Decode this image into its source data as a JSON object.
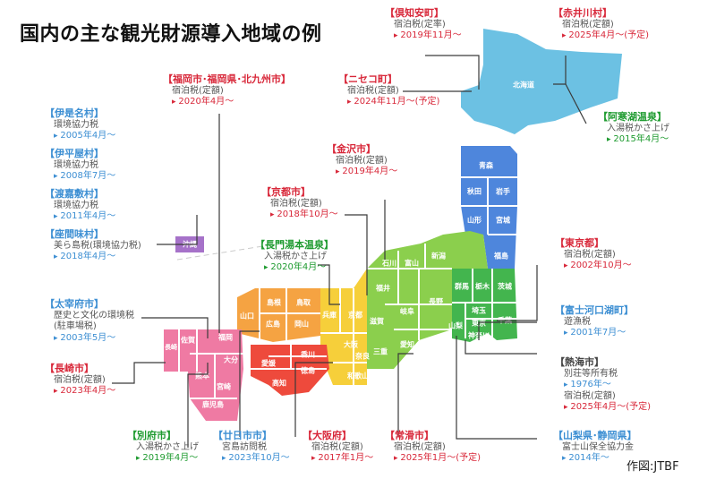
{
  "title": "国内の主な観光財源導入地域の例",
  "credit": "作図:JTBF",
  "colors": {
    "hokkaido": "#6cc1e3",
    "tohoku": "#4e86dc",
    "kanto": "#43b54e",
    "chubu": "#8bcf4d",
    "kinki": "#f6cf3a",
    "chugoku": "#f5a342",
    "shikoku": "#ee4a3c",
    "kyushu": "#ef7aa3",
    "okinawa": "#a672c9",
    "red_text": "#d8283a",
    "blue_text": "#3d8fd3",
    "green_text": "#1f9b30"
  },
  "prefectures": {
    "hokkaido": "北海道",
    "aomori": "青森",
    "akita": "秋田",
    "iwate": "岩手",
    "yamagata": "山形",
    "miyagi": "宮城",
    "fukushima": "福島",
    "niigata": "新潟",
    "ishikawa": "石川",
    "toyama": "富山",
    "fukui": "福井",
    "gifu": "岐阜",
    "nagano": "長野",
    "gunma": "群馬",
    "tochigi": "栃木",
    "ibaraki": "茨城",
    "saitama": "埼玉",
    "tokyo": "東京",
    "chiba": "千葉",
    "yamanashi": "山梨",
    "kanagawa": "神奈川",
    "shizuoka": "静岡",
    "aichi": "愛知",
    "mie": "三重",
    "shiga": "滋賀",
    "kyoto": "京都",
    "hyogo": "兵庫",
    "osaka": "大阪",
    "nara": "奈良",
    "wakayama": "和歌山",
    "tottori": "鳥取",
    "shimane": "島根",
    "okayama": "岡山",
    "hiroshima": "広島",
    "yamaguchi": "山口",
    "kagawa": "香川",
    "ehime": "愛媛",
    "tokushima": "徳島",
    "kochi": "高知",
    "fukuoka": "福岡",
    "saga": "佐賀",
    "nagasaki": "長崎",
    "oita": "大分",
    "kumamoto": "熊本",
    "miyazaki": "宮崎",
    "kagoshima": "鹿児島",
    "okinawa": "沖縄"
  },
  "annotations": {
    "kutchan": {
      "name": "【倶知安町】",
      "tax": "宿泊税(定率)",
      "date": "2019年11月～"
    },
    "akaigawa": {
      "name": "【赤井川村】",
      "tax": "宿泊税(定額)",
      "date": "2025年4月～(予定)"
    },
    "niseko": {
      "name": "【ニセコ町】",
      "tax": "宿泊税(定額)",
      "date": "2024年11月～(予定)"
    },
    "fukuoka": {
      "name": "【福岡市･福岡県･北九州市】",
      "tax": "宿泊税(定額)",
      "date": "2020年4月～"
    },
    "akanko": {
      "name": "【阿寒湖温泉】",
      "tax": "入湯税かさ上げ",
      "date": "2015年4月～"
    },
    "izena": {
      "name": "【伊是名村】",
      "tax": "環境協力税",
      "date": "2005年4月～"
    },
    "iheya": {
      "name": "【伊平屋村】",
      "tax": "環境協力税",
      "date": "2008年7月～"
    },
    "tokashiki": {
      "name": "【渡嘉敷村】",
      "tax": "環境協力税",
      "date": "2011年4月～"
    },
    "zamami": {
      "name": "【座間味村】",
      "tax": "美ら島税(環境協力税)",
      "date": "2018年4月～"
    },
    "kanazawa": {
      "name": "【金沢市】",
      "tax": "宿泊税(定額)",
      "date": "2019年4月～"
    },
    "kyoto": {
      "name": "【京都市】",
      "tax": "宿泊税(定額)",
      "date": "2018年10月～"
    },
    "nagato": {
      "name": "【長門湯本温泉】",
      "tax": "入湯税かさ上げ",
      "date": "2020年4月～"
    },
    "tokyo": {
      "name": "【東京都】",
      "tax": "宿泊税(定額)",
      "date": "2002年10月～"
    },
    "dazaifu": {
      "name": "【太宰府市】",
      "tax": "歴史と文化の環境税",
      "tax2": "(駐車場税)",
      "date": "2003年5月～"
    },
    "fujikawaguchiko": {
      "name": "【富士河口湖町】",
      "tax": "遊漁税",
      "date": "2001年7月～"
    },
    "nagasaki": {
      "name": "【長崎市】",
      "tax": "宿泊税(定額)",
      "date": "2023年4月～"
    },
    "atami": {
      "name": "【熱海市】",
      "tax": "別荘等所有税",
      "date": "1976年～",
      "tax2": "宿泊税(定額)",
      "date2": "2025年4月～(予定)"
    },
    "beppu": {
      "name": "【別府市】",
      "tax": "入湯税かさ上げ",
      "date": "2019年4月～"
    },
    "hatsukaichi": {
      "name": "【廿日市市】",
      "tax": "宮島訪問税",
      "date": "2023年10月～"
    },
    "osaka": {
      "name": "【大阪府】",
      "tax": "宿泊税(定額)",
      "date": "2017年1月～"
    },
    "tokoname": {
      "name": "【常滑市】",
      "tax": "宿泊税(定額)",
      "date": "2025年1月～(予定)"
    },
    "yamanashi_shizuoka": {
      "name": "【山梨県･静岡県】",
      "tax": "富士山保全協力金",
      "date": "2014年～"
    }
  }
}
